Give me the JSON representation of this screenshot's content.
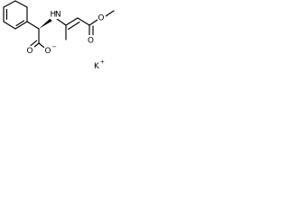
{
  "molecule": {
    "atoms": {
      "amine": "H",
      "amine_n": "N",
      "ester_o_methyl": "O",
      "ester_o_carbonyl": "O",
      "carboxylate_o_double": "O",
      "carboxylate_o_anion": "O",
      "carboxylate_charge": "−",
      "counterion": "K",
      "counterion_charge": "+"
    }
  }
}
